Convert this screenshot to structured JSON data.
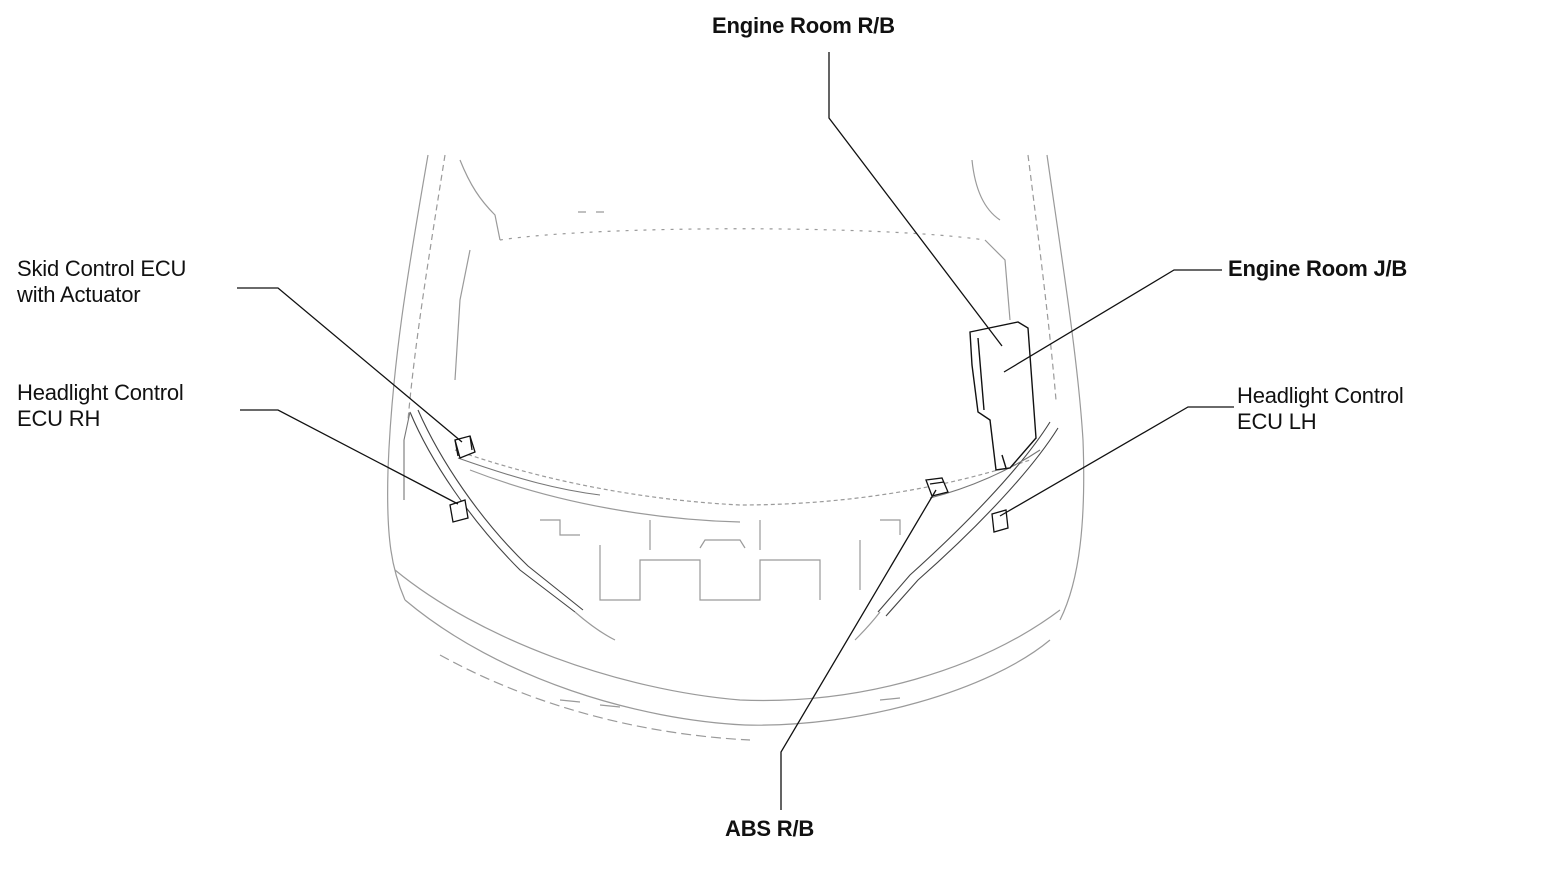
{
  "labels": {
    "engine_room_rb": "Engine Room R/B",
    "engine_room_jb": "Engine Room J/B",
    "skid_control_line1": "Skid Control ECU",
    "skid_control_line2": "with Actuator",
    "headlight_rh_line1": "Headlight Control",
    "headlight_rh_line2": "ECU RH",
    "headlight_lh_line1": "Headlight Control",
    "headlight_lh_line2": "ECU LH",
    "abs_rb": "ABS R/B"
  },
  "colors": {
    "ink": "#111111",
    "faint": "#9a9a9a",
    "component_fill": "#ffffff"
  }
}
